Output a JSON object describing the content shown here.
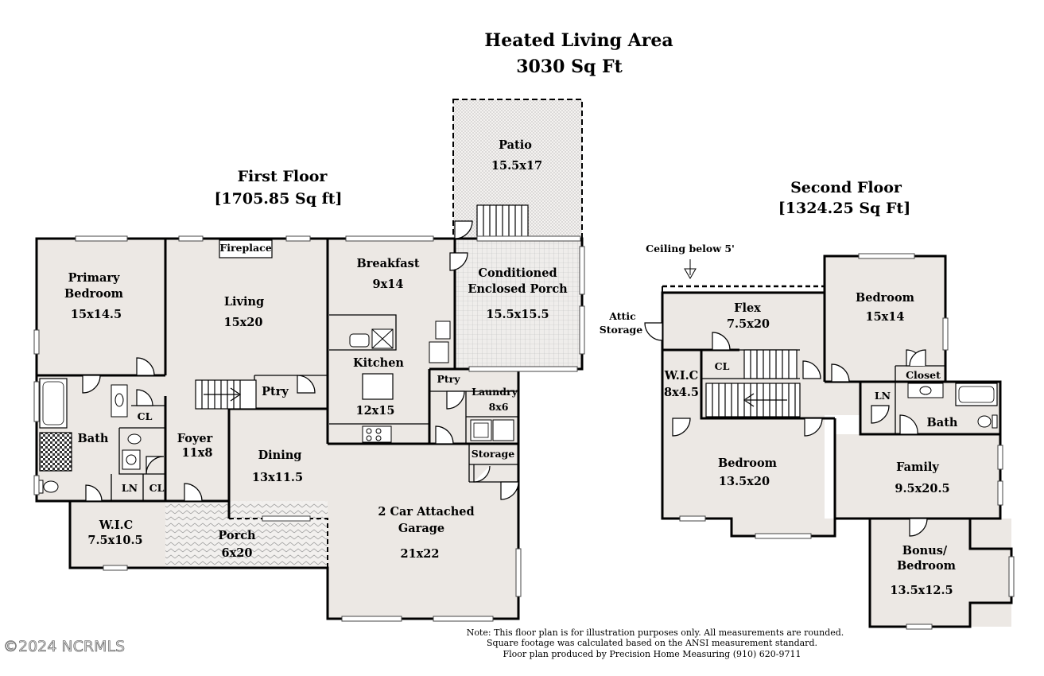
{
  "heading": {
    "line1": "Heated Living Area",
    "line2": "3030 Sq Ft"
  },
  "first_floor": {
    "title": "First Floor",
    "area": "[1705.85 Sq ft]",
    "rooms": {
      "primary_bedroom": {
        "line1": "Primary",
        "line2": "Bedroom",
        "size": "15x14.5"
      },
      "living": {
        "name": "Living",
        "size": "15x20"
      },
      "fireplace": {
        "name": "Fireplace"
      },
      "breakfast": {
        "name": "Breakfast",
        "size": "9x14"
      },
      "kitchen": {
        "name": "Kitchen",
        "size": "12x15"
      },
      "enclosed_porch": {
        "line1": "Conditioned",
        "line2": "Enclosed Porch",
        "size": "15.5x15.5"
      },
      "patio": {
        "name": "Patio",
        "size": "15.5x17"
      },
      "bath": {
        "name": "Bath"
      },
      "cl_bath": {
        "name": "CL"
      },
      "foyer": {
        "name": "Foyer",
        "size": "11x8"
      },
      "ptry_living": {
        "name": "Ptry"
      },
      "ptry_kitchen": {
        "name": "Ptry"
      },
      "laundry": {
        "name": "Laundry",
        "size": "8x6"
      },
      "storage": {
        "name": "Storage"
      },
      "dining": {
        "name": "Dining",
        "size": "13x11.5"
      },
      "ln": {
        "name": "LN"
      },
      "cl_foyer": {
        "name": "CL"
      },
      "wic": {
        "name": "W.I.C",
        "size": "7.5x10.5"
      },
      "porch": {
        "name": "Porch",
        "size": "6x20"
      },
      "garage": {
        "line1": "2 Car Attached",
        "line2": "Garage",
        "size": "21x22"
      }
    }
  },
  "second_floor": {
    "title": "Second Floor",
    "area": "[1324.25 Sq Ft]",
    "ceiling_note": "Ceiling below 5'",
    "rooms": {
      "attic": {
        "line1": "Attic",
        "line2": "Storage"
      },
      "flex": {
        "name": "Flex",
        "size": "7.5x20"
      },
      "bedroom_ne": {
        "name": "Bedroom",
        "size": "15x14"
      },
      "wic": {
        "name": "W.I.C",
        "size": "8x4.5"
      },
      "cl": {
        "name": "CL"
      },
      "closet": {
        "name": "Closet"
      },
      "ln": {
        "name": "LN"
      },
      "bath": {
        "name": "Bath"
      },
      "bedroom_sw": {
        "name": "Bedroom",
        "size": "13.5x20"
      },
      "family": {
        "name": "Family",
        "size": "9.5x20.5"
      },
      "bonus": {
        "line1": "Bonus/",
        "line2": "Bedroom",
        "size": "13.5x12.5"
      }
    }
  },
  "footer": {
    "note_line1": "Note: This floor plan is for illustration purposes only. All measurements are rounded.",
    "note_line2": "Square footage was calculated based on the ANSI measurement standard.",
    "note_line3": "Floor plan produced by Precision Home Measuring (910) 620-9711",
    "copyright": "©2024 NCRMLS"
  },
  "colors": {
    "room_fill": "#ece8e4",
    "wall": "#000000",
    "patio_hatch": "#b8b8b8"
  }
}
